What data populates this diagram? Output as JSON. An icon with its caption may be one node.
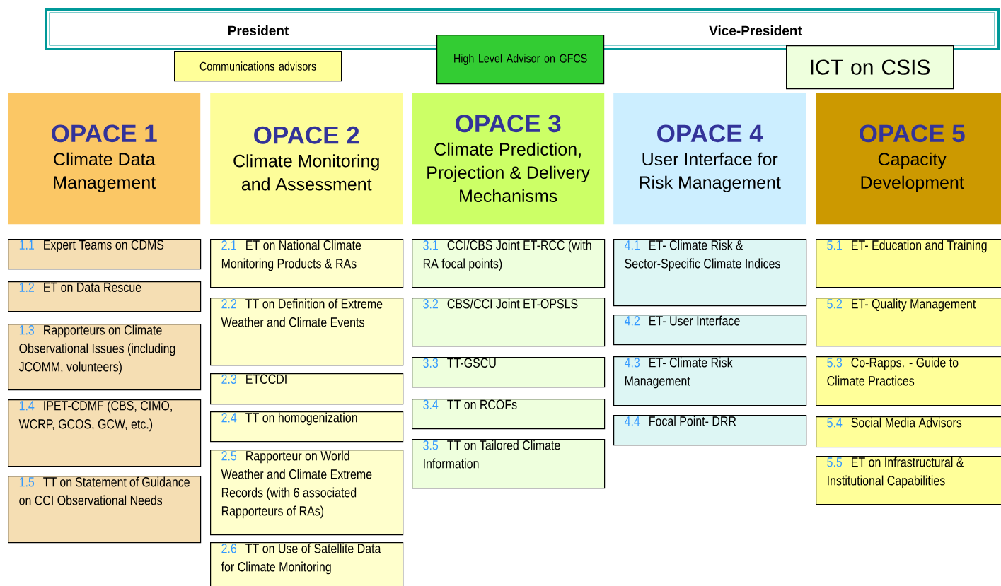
{
  "diagram": {
    "nodes": [
      {
        "text": [
          "President",
          "Vice-President"
        ]
      },
      {
        "text": [
          "Communications advisors"
        ]
      },
      {
        "text": [
          "High Level Advisor on GFCS"
        ]
      },
      {
        "text": [
          "ICT on CSIS"
        ]
      },
      {
        "text": [
          "OPACE 1",
          "Climate Data Management"
        ]
      },
      {
        "text": [
          "OPACE 2",
          "Climate Monitoring and Assessment"
        ]
      },
      {
        "text": [
          "OPACE 3",
          "Climate Prediction, Projection & Delivery Mechanisms"
        ]
      },
      {
        "text": [
          "OPACE 4",
          "User Interface for Risk Management"
        ]
      },
      {
        "text": [
          "OPACE 5",
          "Capacity Development"
        ]
      },
      {
        "text": [
          "1.1",
          "Expert Teams on CDMS"
        ]
      },
      {
        "text": [
          "1.2",
          "ET on Data Rescue"
        ]
      },
      {
        "text": [
          "1.3",
          "Rapporteurs on Climate Observational Issues (including JCOMM, volunteers)"
        ]
      },
      {
        "text": [
          "1.4",
          "IPET-CDMF (CBS, CIMO, WCRP, GCOS, GCW, etc.)"
        ]
      },
      {
        "text": [
          "1.5",
          "TT on Statement of Guidance on CCI Observational Needs"
        ]
      },
      {
        "text": [
          "2.1",
          "ET on National Climate Monitoring Products & RAs"
        ]
      },
      {
        "text": [
          "2.2",
          "TT on Definition of Extreme Weather and Climate Events"
        ]
      },
      {
        "text": [
          "2.3",
          "ETCCDI"
        ]
      },
      {
        "text": [
          "2.4",
          "TT on homogenization"
        ]
      },
      {
        "text": [
          "2.5",
          "Rapporteur on World Weather and Climate Extreme Records (with 6 associated Rapporteurs of RAs)"
        ]
      },
      {
        "text": [
          "2.6",
          "TT on Use of Satellite Data for Climate Monitoring"
        ]
      },
      {
        "text": [
          "3.1",
          "CCI/CBS Joint ET-RCC (with RA focal points)"
        ]
      },
      {
        "text": [
          "3.2",
          "CBS/CCI Joint ET-OPSLS"
        ]
      },
      {
        "text": [
          "3.3",
          "TT-GSCU"
        ]
      },
      {
        "text": [
          "3.4",
          "TT on RCOFs"
        ]
      },
      {
        "text": [
          "3.5",
          "TT on Tailored Climate Information"
        ]
      },
      {
        "text": [
          "4.1",
          "ET- Climate Risk & Sector-Specific Climate Indices"
        ]
      },
      {
        "text": [
          "4.2",
          "ET- User Interface"
        ]
      },
      {
        "text": [
          "4.3",
          "ET- Climate Risk Management"
        ]
      },
      {
        "text": [
          "4.4",
          "Focal Point- DRR"
        ]
      },
      {
        "text": [
          "5.1",
          "ET- Education and Training"
        ]
      },
      {
        "text": [
          "5.2",
          "ET- Quality Management"
        ]
      },
      {
        "text": [
          "5.3",
          "Co-Rapps. - Guide to Climate Practices"
        ]
      },
      {
        "text": [
          "5.4",
          "Social Media Advisors"
        ]
      },
      {
        "text": [
          "5.5",
          "ET on Infrastructural & Institutional Capabilities"
        ]
      }
    ]
  }
}
